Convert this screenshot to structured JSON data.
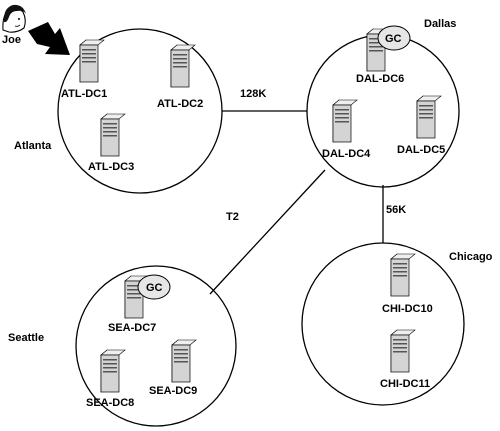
{
  "sites": {
    "atlanta": "Atlanta",
    "dallas": "Dallas",
    "seattle": "Seattle",
    "chicago": "Chicago"
  },
  "links": {
    "atl_dal": "128K",
    "dal_sea": "T2",
    "dal_chi": "56K"
  },
  "user": {
    "name": "Joe"
  },
  "gc_label": "GC",
  "servers": {
    "atl_dc1": "ATL-DC1",
    "atl_dc2": "ATL-DC2",
    "atl_dc3": "ATL-DC3",
    "dal_dc4": "DAL-DC4",
    "dal_dc5": "DAL-DC5",
    "dal_dc6": "DAL-DC6",
    "sea_dc7": "SEA-DC7",
    "sea_dc8": "SEA-DC8",
    "sea_dc9": "SEA-DC9",
    "chi_dc10": "CHI-DC10",
    "chi_dc11": "CHI-DC11"
  },
  "colors": {
    "line": "#000000",
    "server_front": "#d4d4d4",
    "server_side": "#8a8a8a",
    "server_top": "#efefef",
    "gc_fill": "#e6e6e6"
  }
}
